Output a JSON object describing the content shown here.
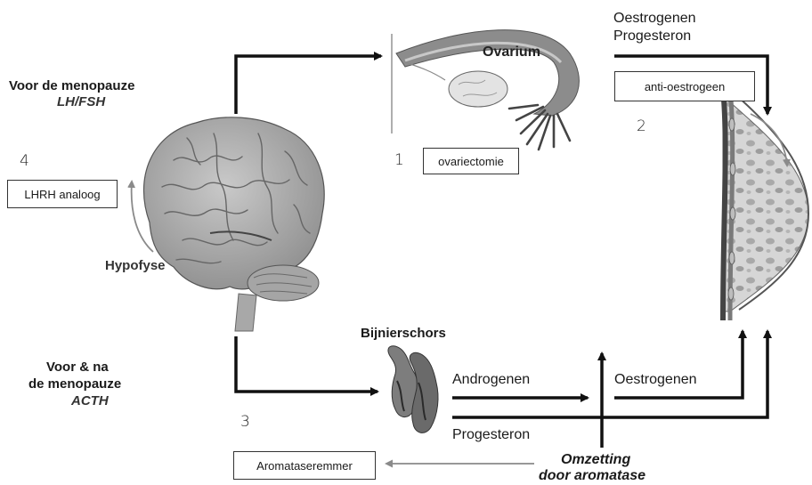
{
  "before_menopause": {
    "title": "Voor de menopauze",
    "hormones": "LH/FSH"
  },
  "around_menopause": {
    "title_line1": "Voor & na",
    "title_line2": "de menopauze",
    "hormone": "ACTH"
  },
  "pituitary_label": "Hypofyse",
  "ovary_label": "Ovarium",
  "ovary_outputs": {
    "line1": "Oestrogenen",
    "line2": "Progesteron"
  },
  "adrenal_label": "Bijnierschors",
  "adrenal_outputs": {
    "androgens": "Androgenen",
    "estrogens": "Oestrogenen",
    "progesterone": "Progesteron"
  },
  "aromatase": {
    "line1": "Omzetting",
    "line2": "door aromatase"
  },
  "treatments": [
    {
      "number": "1",
      "label": "ovariectomie"
    },
    {
      "number": "2",
      "label": "anti-oestrogeen"
    },
    {
      "number": "3",
      "label": "Aromataseremmer"
    },
    {
      "number": "4",
      "label": "LHRH analoog"
    }
  ]
}
